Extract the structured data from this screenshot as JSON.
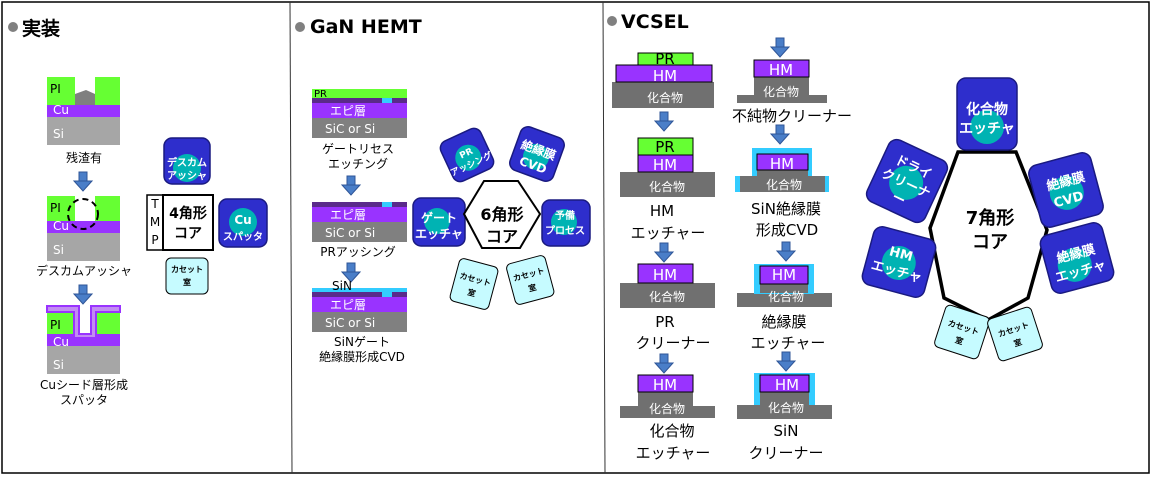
{
  "sections": {
    "impl": {
      "title": "実装",
      "steps": [
        {
          "caption": "残渣有"
        },
        {
          "caption": "デスカムアッシャ"
        },
        {
          "caption": "Cuシード層形成",
          "caption2": "スパッタ"
        }
      ],
      "layers": {
        "pi": "PI",
        "cu": "Cu",
        "si": "Si"
      },
      "tool": {
        "tmp": [
          "T",
          "M",
          "P"
        ],
        "core": [
          "4角形",
          "コア"
        ],
        "chambers": [
          [
            "デスカム",
            "アッシャ"
          ],
          [
            "Cu",
            "スパッタ"
          ]
        ],
        "cassette": [
          "カセット",
          "室"
        ]
      }
    },
    "gan": {
      "title": "GaN HEMT",
      "layers": {
        "pr": "PR",
        "epi": "エピ層",
        "sub": "SiC or Si",
        "sin": "SiN"
      },
      "steps": [
        {
          "caption": [
            "ゲートリセス",
            "エッチング"
          ]
        },
        {
          "caption": [
            "PRアッシング"
          ]
        },
        {
          "caption": [
            "SiNゲート",
            "絶縁膜形成CVD"
          ]
        }
      ],
      "tool": {
        "core": [
          "6角形",
          "コア"
        ],
        "chambers": [
          [
            "PR",
            "アッシング"
          ],
          [
            "絶縁膜",
            "CVD"
          ],
          [
            "予備",
            "プロセス"
          ],
          [
            "ゲート",
            "エッチャ"
          ]
        ],
        "cassettes": [
          [
            "カセット",
            "室"
          ],
          [
            "カセット",
            "室"
          ]
        ]
      }
    },
    "vcsel": {
      "title": "VCSEL",
      "layers": {
        "pr": "PR",
        "hm": "HM",
        "cmp": "化合物"
      },
      "left_steps": [
        {
          "caption": []
        },
        {
          "caption": [
            "HM",
            "エッチャー"
          ]
        },
        {
          "caption": [
            "PR",
            "クリーナー"
          ]
        },
        {
          "caption": [
            "化合物",
            "エッチャー"
          ]
        }
      ],
      "right_steps": [
        {
          "caption": [
            "不純物クリーナー"
          ]
        },
        {
          "caption": [
            "SiN絶縁膜",
            "形成CVD"
          ]
        },
        {
          "caption": [
            "絶縁膜",
            "エッチャー"
          ]
        },
        {
          "caption": [
            "SiN",
            "クリーナー"
          ]
        }
      ],
      "tool": {
        "core": [
          "7角形",
          "コア"
        ],
        "chambers": [
          [
            "化合物",
            "エッチャ"
          ],
          [
            "絶縁膜",
            "CVD"
          ],
          [
            "絶縁膜",
            "エッチャ"
          ],
          [
            "HM",
            "エッチャ"
          ],
          [
            "ドライ",
            "クリーナ",
            "ー"
          ]
        ],
        "cassettes": [
          [
            "カセット",
            "室"
          ],
          [
            "カセット",
            "室"
          ]
        ]
      }
    }
  },
  "colors": {
    "pi": "#66ff33",
    "cu": "#9933ff",
    "si": "#a6a6a6",
    "compound": "#707070",
    "hm": "#9933ff",
    "sin": "#33ccff",
    "chamber": "#2e2ecc",
    "chamber_inner": "#00b3b3",
    "cassette": "#c6fbff",
    "arrow": "#4a7ec8"
  }
}
